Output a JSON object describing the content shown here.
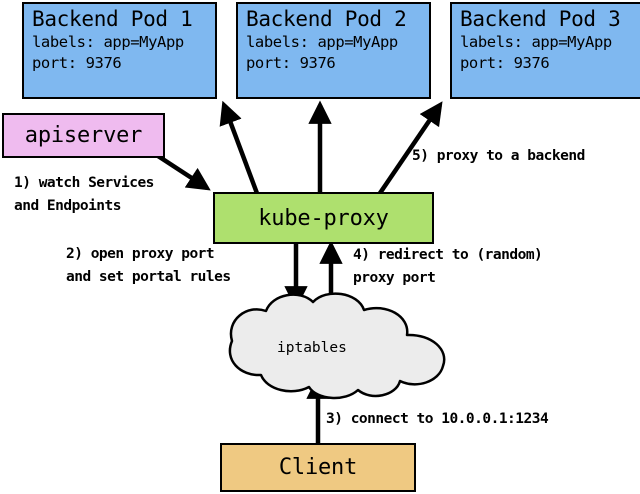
{
  "diagram": {
    "title": "kube-proxy services diagram",
    "colors": {
      "pod_fill": "#7FB8F0",
      "apiserver_fill": "#EFBBEF",
      "kubeproxy_fill": "#AEE06E",
      "cloud_fill": "#ECECEC",
      "client_fill": "#EFC982",
      "stroke": "#000000",
      "background": "#FFFFFF"
    },
    "pods": [
      {
        "title": "Backend Pod 1",
        "labels_line": "labels: app=MyApp",
        "port_line": "port: 9376"
      },
      {
        "title": "Backend Pod 2",
        "labels_line": "labels: app=MyApp",
        "port_line": "port: 9376"
      },
      {
        "title": "Backend Pod 3",
        "labels_line": "labels: app=MyApp",
        "port_line": "port: 9376"
      }
    ],
    "apiserver": {
      "label": "apiserver"
    },
    "kubeproxy": {
      "label": "kube-proxy"
    },
    "iptables": {
      "label": "iptables"
    },
    "client": {
      "label": "Client"
    },
    "annotations": {
      "step1_line1": "1) watch Services",
      "step1_line2": "and Endpoints",
      "step2_line1": "2) open proxy port",
      "step2_line2": "and set portal rules",
      "step3": "3) connect to 10.0.0.1:1234",
      "step4_line1": "4) redirect to (random)",
      "step4_line2": "proxy port",
      "step5": "5) proxy to a backend"
    }
  }
}
